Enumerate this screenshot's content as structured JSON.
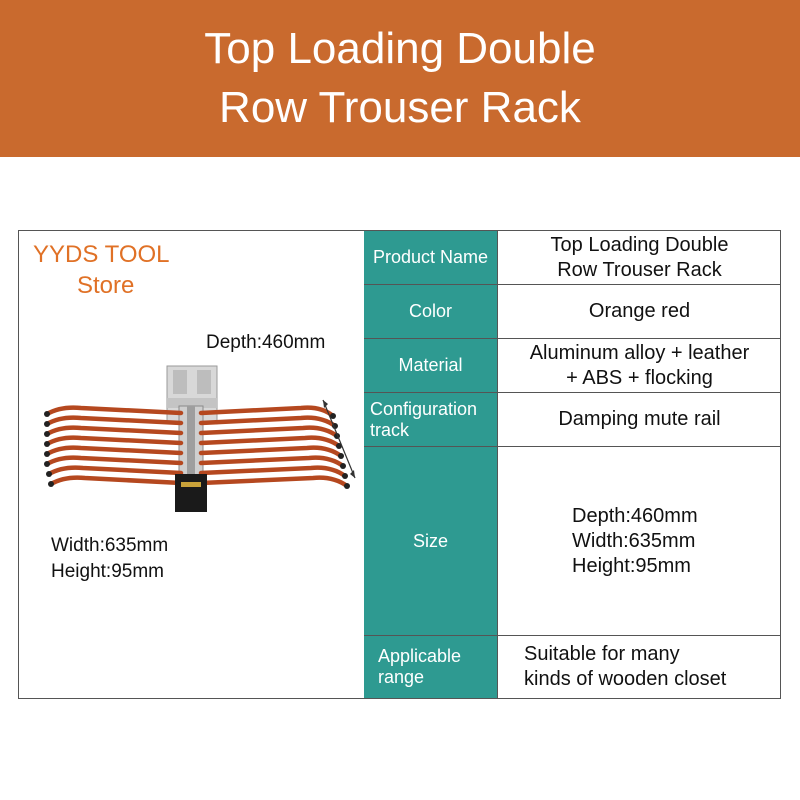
{
  "banner": {
    "title_line1": "Top Loading Double",
    "title_line2": "Row Trouser Rack",
    "color": "#c96a2e"
  },
  "brand": {
    "line1": "YYDS TOOL",
    "line2": "Store",
    "color": "#e07126"
  },
  "dimensions": {
    "depth": "Depth:460mm",
    "width": "Width:635mm",
    "height": "Height:95mm"
  },
  "spec_table": {
    "label_color": "#2e9a91",
    "rows": [
      {
        "label": "Product Name",
        "value": "Top Loading Double\nRow Trouser Rack"
      },
      {
        "label": "Color",
        "value": "Orange red"
      },
      {
        "label": "Material",
        "value": "Aluminum alloy + leather\n+ ABS + flocking"
      },
      {
        "label": "Configuration\ntrack",
        "value": "Damping mute rail"
      },
      {
        "label": "Size",
        "value": "Depth:460mm\nWidth:635mm\nHeight:95mm"
      },
      {
        "label": "Applicable\nrange",
        "value": "Suitable for many\nkinds of wooden closet"
      }
    ]
  }
}
